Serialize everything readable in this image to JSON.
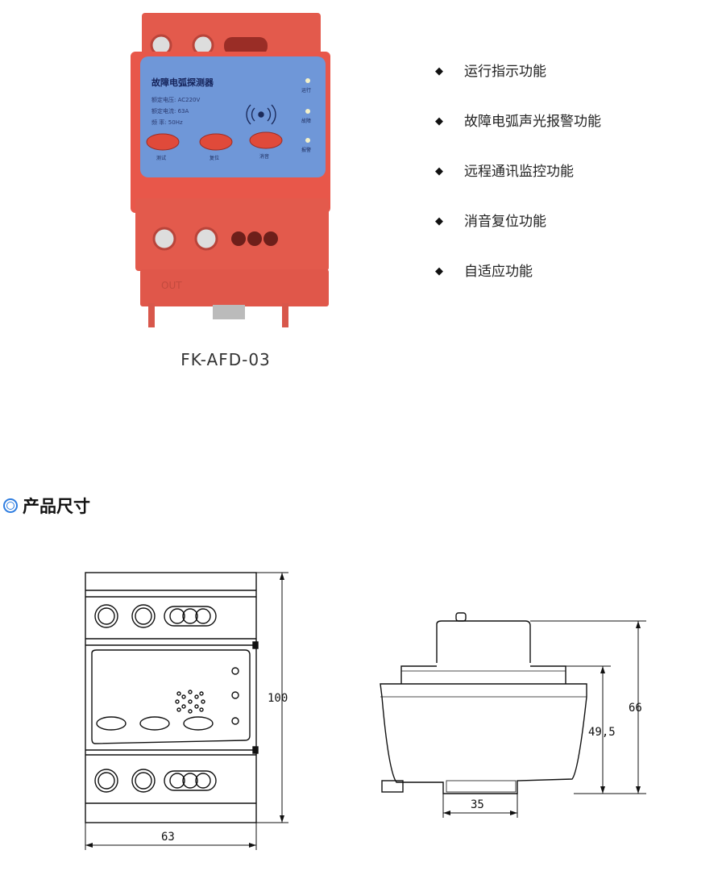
{
  "product": {
    "panel_title": "故障电弧探测器",
    "panel_spec_1": "额定电压:  AC220V",
    "panel_spec_2": "额定电流:  63A",
    "panel_spec_3": "频    率:  50Hz",
    "btn_test": "测试",
    "btn_reset": "复位",
    "btn_mute": "消音",
    "led_run": "运行",
    "led_fault": "故障",
    "led_alarm": "报警",
    "out_label": "OUT",
    "model": "FK-AFD-03"
  },
  "features": [
    "运行指示功能",
    "故障电弧声光报警功能",
    "远程通讯监控功能",
    "消音复位功能",
    "自适应功能"
  ],
  "bullet_symbol": "◆",
  "section": {
    "title": "产品尺寸"
  },
  "dimensions": {
    "front_height": "100",
    "front_width": "63",
    "side_total_height": "66",
    "side_body_height": "49,5",
    "side_rail_width": "35"
  },
  "colors": {
    "device_red": "#e8574a",
    "panel_blue": "#6f97d8",
    "accent_blue": "#2e7de0"
  }
}
